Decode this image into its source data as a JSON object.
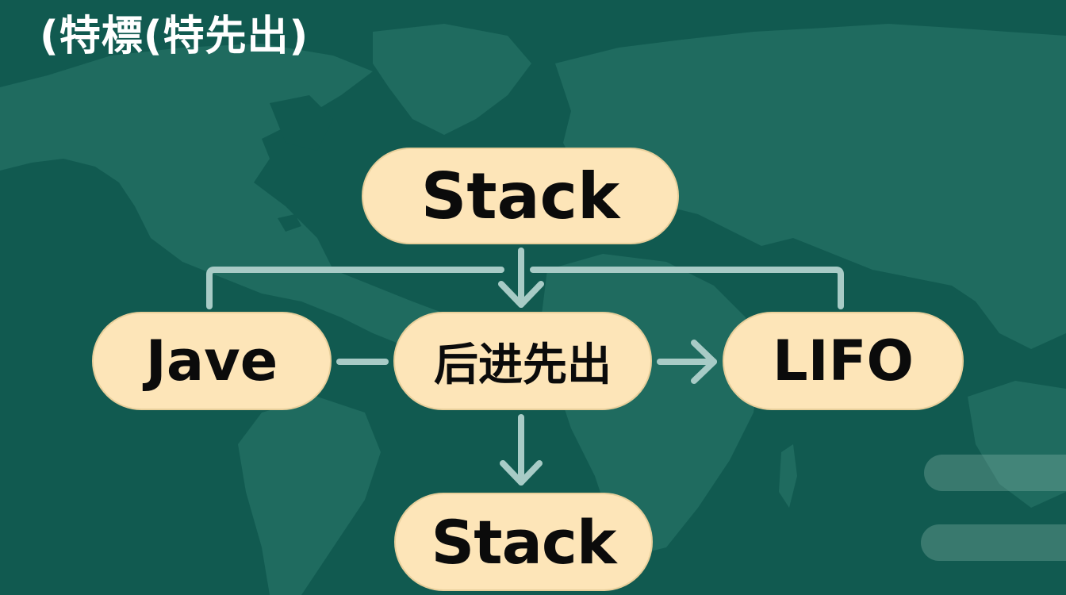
{
  "title": "(特標(特先出)",
  "colors": {
    "background": "#115a50",
    "land": "#1f6b5f",
    "node_fill": "#fde5b8",
    "node_text": "#0b0b0b",
    "connector": "#a8cbc6",
    "title_text": "#ffffff"
  },
  "nodes": {
    "top": {
      "label": "Stack"
    },
    "left": {
      "label": "Jave"
    },
    "center": {
      "label": "后进先出"
    },
    "right": {
      "label": "LIFO"
    },
    "bottom": {
      "label": "Stack"
    }
  },
  "edges": [
    {
      "from": "top",
      "to": "center",
      "type": "arrow-down"
    },
    {
      "from": "top",
      "to": "left",
      "type": "bracket-line"
    },
    {
      "from": "top",
      "to": "right",
      "type": "bracket-line"
    },
    {
      "from": "left",
      "to": "center",
      "type": "line"
    },
    {
      "from": "center",
      "to": "right",
      "type": "arrow-right"
    },
    {
      "from": "center",
      "to": "bottom",
      "type": "arrow-down"
    }
  ]
}
